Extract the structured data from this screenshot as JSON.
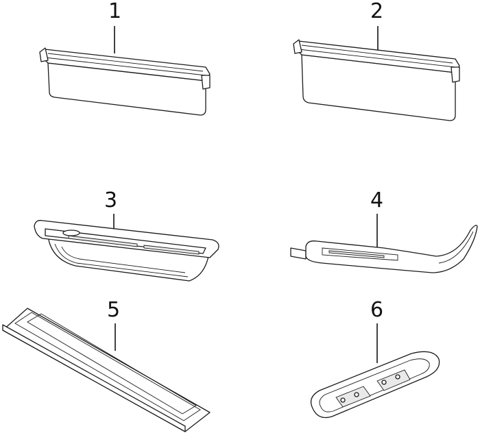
{
  "parts": [
    {
      "number": "1",
      "icon": "drain-basket-tall-icon"
    },
    {
      "number": "2",
      "icon": "drain-basket-tall-icon"
    },
    {
      "number": "3",
      "icon": "drain-tray-glass-icon"
    },
    {
      "number": "4",
      "icon": "drain-handle-hose-icon"
    },
    {
      "number": "5",
      "icon": "flat-cover-plate-icon"
    },
    {
      "number": "6",
      "icon": "gasket-plate-icon"
    }
  ]
}
